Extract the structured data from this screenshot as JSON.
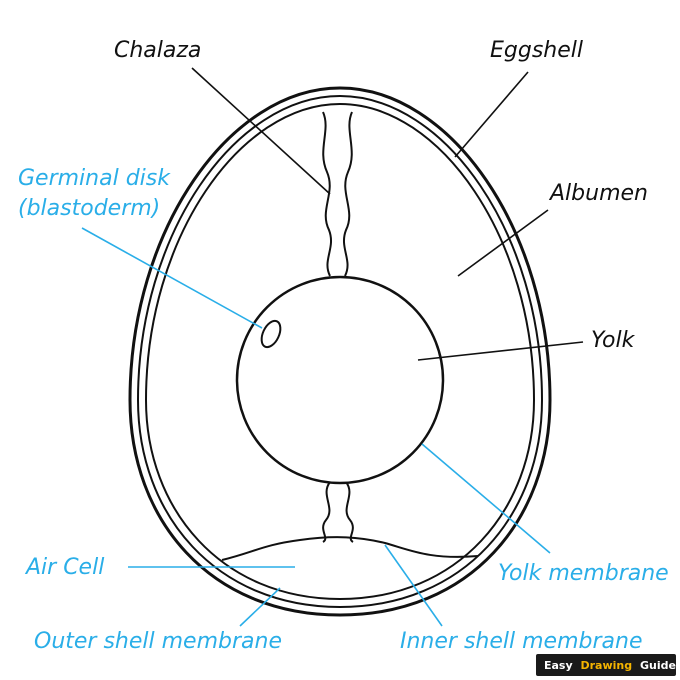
{
  "labels": {
    "chalaza": "Chalaza",
    "eggshell": "Eggshell",
    "germinal_line1": "Germinal disk",
    "germinal_line2": "(blastoderm)",
    "albumen": "Albumen",
    "yolk": "Yolk",
    "air_cell": "Air Cell",
    "yolk_membrane": "Yolk membrane",
    "outer_shell_membrane": "Outer shell membrane",
    "inner_shell_membrane": "Inner shell membrane"
  },
  "brand": {
    "part1": "Easy",
    "part2": "Drawing",
    "part3": "Guides"
  },
  "colors": {
    "ink": "#111111",
    "accent_blue": "#2aaee8",
    "brand_background": "#1a1a1a",
    "brand_highlight": "#f5b400"
  }
}
